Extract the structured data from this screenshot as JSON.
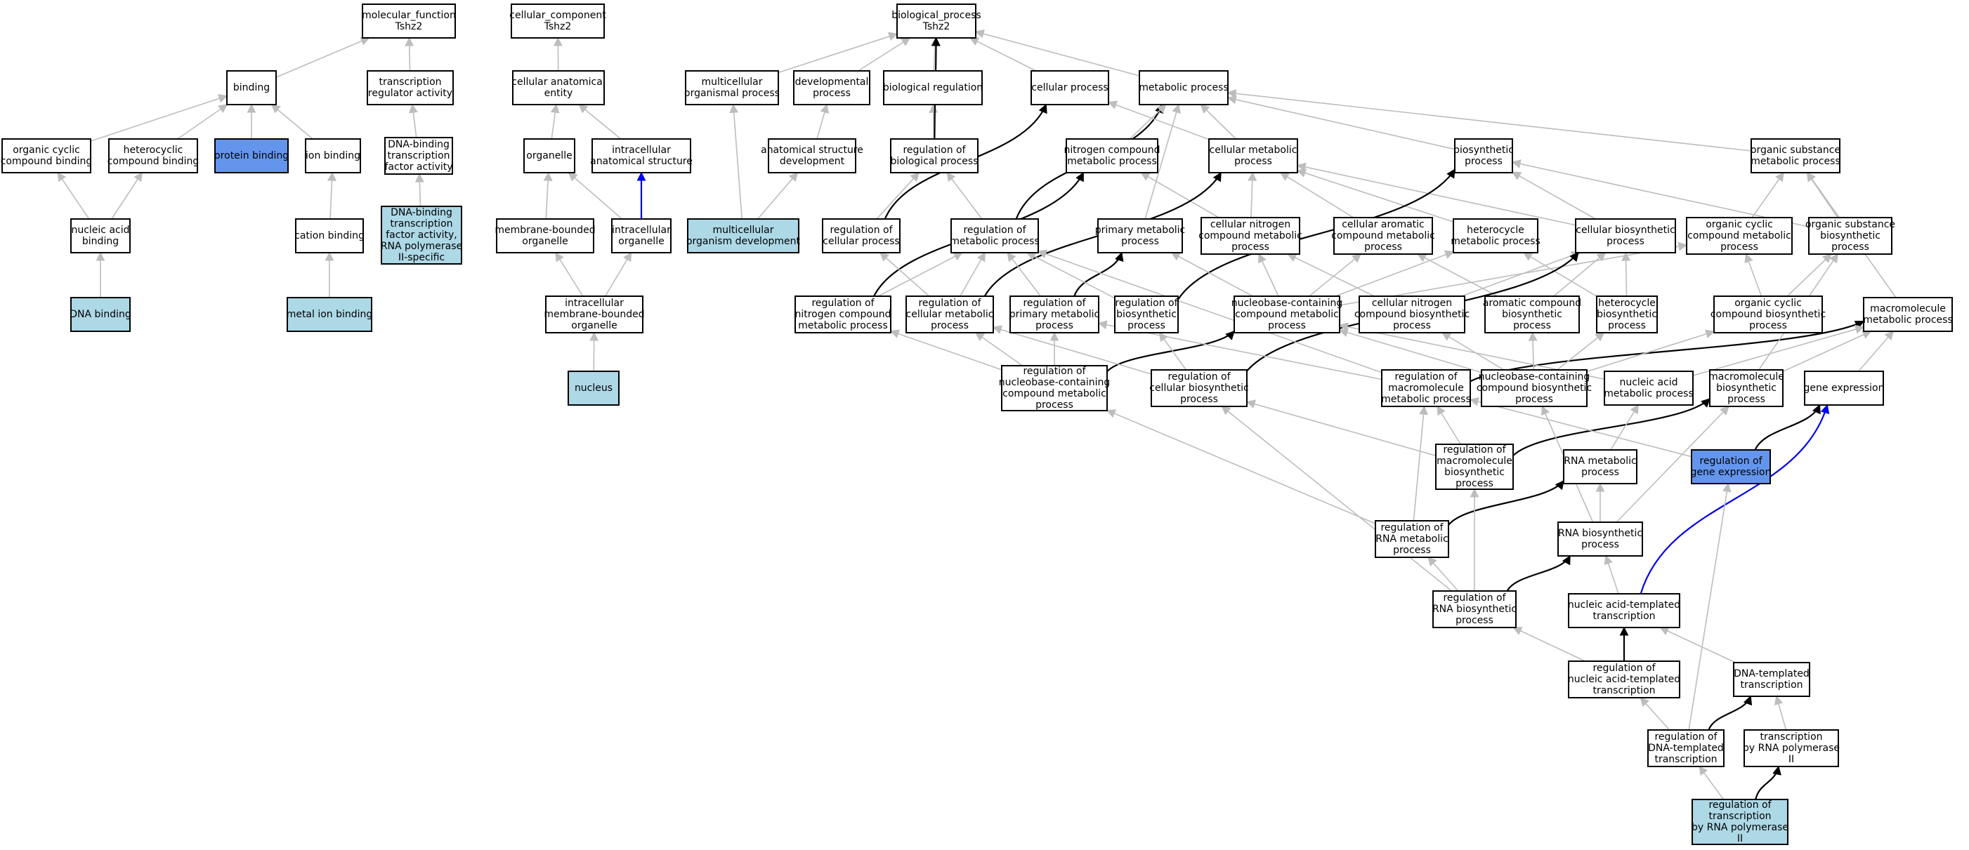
{
  "colors": {
    "default_fill": "#ffffff",
    "query_fill": "#add8e6",
    "highlight_fill": "#6495ed",
    "edge_is_a": "#bdbdbd",
    "edge_regulates": "#000000",
    "edge_part_of": "#0000ee"
  },
  "nodes": [
    {
      "id": "mf",
      "lines": [
        "molecular_function",
        "Tshz2"
      ],
      "style": "default"
    },
    {
      "id": "cc",
      "lines": [
        "cellular_component",
        "Tshz2"
      ],
      "style": "default"
    },
    {
      "id": "bp",
      "lines": [
        "biological_process",
        "Tshz2"
      ],
      "style": "default"
    },
    {
      "id": "binding",
      "lines": [
        "binding"
      ],
      "style": "default"
    },
    {
      "id": "tra",
      "lines": [
        "transcription",
        "regulator activity"
      ],
      "style": "default"
    },
    {
      "id": "cae",
      "lines": [
        "cellular anatomical",
        "entity"
      ],
      "style": "default"
    },
    {
      "id": "mop",
      "lines": [
        "multicellular",
        "organismal process"
      ],
      "style": "default"
    },
    {
      "id": "devp",
      "lines": [
        "developmental",
        "process"
      ],
      "style": "default"
    },
    {
      "id": "breg",
      "lines": [
        "biological regulation"
      ],
      "style": "default"
    },
    {
      "id": "cellp",
      "lines": [
        "cellular process"
      ],
      "style": "default"
    },
    {
      "id": "metp",
      "lines": [
        "metabolic process"
      ],
      "style": "default"
    },
    {
      "id": "occb",
      "lines": [
        "organic cyclic",
        "compound binding"
      ],
      "style": "default"
    },
    {
      "id": "hcb",
      "lines": [
        "heterocyclic",
        "compound binding"
      ],
      "style": "default"
    },
    {
      "id": "protb",
      "lines": [
        "protein binding"
      ],
      "style": "highlight"
    },
    {
      "id": "ionb",
      "lines": [
        "ion binding"
      ],
      "style": "default"
    },
    {
      "id": "dbtfa",
      "lines": [
        "DNA-binding",
        "transcription",
        "factor activity"
      ],
      "style": "default"
    },
    {
      "id": "organelle",
      "lines": [
        "organelle"
      ],
      "style": "default"
    },
    {
      "id": "ias",
      "lines": [
        "intracellular",
        "anatomical structure"
      ],
      "style": "default"
    },
    {
      "id": "asd",
      "lines": [
        "anatomical structure",
        "development"
      ],
      "style": "default"
    },
    {
      "id": "rbp",
      "lines": [
        "regulation of",
        "biological process"
      ],
      "style": "default"
    },
    {
      "id": "ncmp",
      "lines": [
        "nitrogen compound",
        "metabolic process"
      ],
      "style": "default"
    },
    {
      "id": "cmp",
      "lines": [
        "cellular metabolic",
        "process"
      ],
      "style": "default"
    },
    {
      "id": "biop",
      "lines": [
        "biosynthetic",
        "process"
      ],
      "style": "default"
    },
    {
      "id": "osmp",
      "lines": [
        "organic substance",
        "metabolic process"
      ],
      "style": "default"
    },
    {
      "id": "nab",
      "lines": [
        "nucleic acid",
        "binding"
      ],
      "style": "default"
    },
    {
      "id": "catb",
      "lines": [
        "cation binding"
      ],
      "style": "default"
    },
    {
      "id": "dbtfa2",
      "lines": [
        "DNA-binding",
        "transcription",
        "factor activity,",
        "RNA polymerase",
        "II-specific"
      ],
      "style": "query"
    },
    {
      "id": "mbo",
      "lines": [
        "membrane-bounded",
        "organelle"
      ],
      "style": "default"
    },
    {
      "id": "io",
      "lines": [
        "intracellular",
        "organelle"
      ],
      "style": "default"
    },
    {
      "id": "mod",
      "lines": [
        "multicellular",
        "organism development"
      ],
      "style": "query"
    },
    {
      "id": "rcp",
      "lines": [
        "regulation of",
        "cellular process"
      ],
      "style": "default"
    },
    {
      "id": "rmp",
      "lines": [
        "regulation of",
        "metabolic process"
      ],
      "style": "default"
    },
    {
      "id": "pmp",
      "lines": [
        "primary metabolic",
        "process"
      ],
      "style": "default"
    },
    {
      "id": "cncmp",
      "lines": [
        "cellular nitrogen",
        "compound metabolic",
        "process"
      ],
      "style": "default"
    },
    {
      "id": "cacmp",
      "lines": [
        "cellular aromatic",
        "compound metabolic",
        "process"
      ],
      "style": "default"
    },
    {
      "id": "hmp",
      "lines": [
        "heterocycle",
        "metabolic process"
      ],
      "style": "default"
    },
    {
      "id": "cbp",
      "lines": [
        "cellular biosynthetic",
        "process"
      ],
      "style": "default"
    },
    {
      "id": "occmp",
      "lines": [
        "organic cyclic",
        "compound metabolic",
        "process"
      ],
      "style": "default"
    },
    {
      "id": "osbp",
      "lines": [
        "organic substance",
        "biosynthetic",
        "process"
      ],
      "style": "default"
    },
    {
      "id": "dnab",
      "lines": [
        "DNA binding"
      ],
      "style": "query"
    },
    {
      "id": "mib",
      "lines": [
        "metal ion binding"
      ],
      "style": "query"
    },
    {
      "id": "imbo",
      "lines": [
        "intracellular",
        "membrane-bounded",
        "organelle"
      ],
      "style": "default"
    },
    {
      "id": "rncmp",
      "lines": [
        "regulation of",
        "nitrogen compound",
        "metabolic process"
      ],
      "style": "default"
    },
    {
      "id": "rcmp",
      "lines": [
        "regulation of",
        "cellular metabolic",
        "process"
      ],
      "style": "default"
    },
    {
      "id": "rpmp",
      "lines": [
        "regulation of",
        "primary metabolic",
        "process"
      ],
      "style": "default"
    },
    {
      "id": "rbiop",
      "lines": [
        "regulation of",
        "biosynthetic",
        "process"
      ],
      "style": "default"
    },
    {
      "id": "nccmp",
      "lines": [
        "nucleobase-containing",
        "compound metabolic",
        "process"
      ],
      "style": "default"
    },
    {
      "id": "cncbp",
      "lines": [
        "cellular nitrogen",
        "compound biosynthetic",
        "process"
      ],
      "style": "default"
    },
    {
      "id": "acbp",
      "lines": [
        "aromatic compound",
        "biosynthetic",
        "process"
      ],
      "style": "default"
    },
    {
      "id": "hbp",
      "lines": [
        "heterocycle",
        "biosynthetic",
        "process"
      ],
      "style": "default"
    },
    {
      "id": "occbp",
      "lines": [
        "organic cyclic",
        "compound biosynthetic",
        "process"
      ],
      "style": "default"
    },
    {
      "id": "mmp",
      "lines": [
        "macromolecule",
        "metabolic process"
      ],
      "style": "default"
    },
    {
      "id": "nucleus",
      "lines": [
        "nucleus"
      ],
      "style": "query"
    },
    {
      "id": "rnccmp",
      "lines": [
        "regulation of",
        "nucleobase-containing",
        "compound metabolic",
        "process"
      ],
      "style": "default"
    },
    {
      "id": "rcbp",
      "lines": [
        "regulation of",
        "cellular biosynthetic",
        "process"
      ],
      "style": "default"
    },
    {
      "id": "rmmp",
      "lines": [
        "regulation of",
        "macromolecule",
        "metabolic process"
      ],
      "style": "default"
    },
    {
      "id": "nccbp",
      "lines": [
        "nucleobase-containing",
        "compound biosynthetic",
        "process"
      ],
      "style": "default"
    },
    {
      "id": "namp",
      "lines": [
        "nucleic acid",
        "metabolic process"
      ],
      "style": "default"
    },
    {
      "id": "mbp",
      "lines": [
        "macromolecule",
        "biosynthetic",
        "process"
      ],
      "style": "default"
    },
    {
      "id": "ge",
      "lines": [
        "gene expression"
      ],
      "style": "default"
    },
    {
      "id": "rmbp",
      "lines": [
        "regulation of",
        "macromolecule",
        "biosynthetic",
        "process"
      ],
      "style": "default"
    },
    {
      "id": "rnamp",
      "lines": [
        "RNA metabolic",
        "process"
      ],
      "style": "default"
    },
    {
      "id": "rge",
      "lines": [
        "regulation of",
        "gene expression"
      ],
      "style": "highlight"
    },
    {
      "id": "rrnamp",
      "lines": [
        "regulation of",
        "RNA metabolic",
        "process"
      ],
      "style": "default"
    },
    {
      "id": "rnabp",
      "lines": [
        "RNA biosynthetic",
        "process"
      ],
      "style": "default"
    },
    {
      "id": "rrnabp",
      "lines": [
        "regulation of",
        "RNA biosynthetic",
        "process"
      ],
      "style": "default"
    },
    {
      "id": "natt",
      "lines": [
        "nucleic acid-templated",
        "transcription"
      ],
      "style": "default"
    },
    {
      "id": "rnatt",
      "lines": [
        "regulation of",
        "nucleic acid-templated",
        "transcription"
      ],
      "style": "default"
    },
    {
      "id": "dtt",
      "lines": [
        "DNA-templated",
        "transcription"
      ],
      "style": "default"
    },
    {
      "id": "rdtt",
      "lines": [
        "regulation of",
        "DNA-templated",
        "transcription"
      ],
      "style": "default"
    },
    {
      "id": "trp2",
      "lines": [
        "transcription",
        "by RNA polymerase",
        "II"
      ],
      "style": "default"
    },
    {
      "id": "rtrp2",
      "lines": [
        "regulation of",
        "transcription",
        "by RNA polymerase",
        "II"
      ],
      "style": "query"
    }
  ],
  "edges": [
    {
      "from": "binding",
      "to": "mf",
      "type": "is_a"
    },
    {
      "from": "tra",
      "to": "mf",
      "type": "is_a"
    },
    {
      "from": "occb",
      "to": "binding",
      "type": "is_a"
    },
    {
      "from": "hcb",
      "to": "binding",
      "type": "is_a"
    },
    {
      "from": "protb",
      "to": "binding",
      "type": "is_a"
    },
    {
      "from": "ionb",
      "to": "binding",
      "type": "is_a"
    },
    {
      "from": "dbtfa",
      "to": "tra",
      "type": "is_a"
    },
    {
      "from": "nab",
      "to": "occb",
      "type": "is_a"
    },
    {
      "from": "nab",
      "to": "hcb",
      "type": "is_a"
    },
    {
      "from": "catb",
      "to": "ionb",
      "type": "is_a"
    },
    {
      "from": "dbtfa2",
      "to": "dbtfa",
      "type": "is_a"
    },
    {
      "from": "dnab",
      "to": "nab",
      "type": "is_a"
    },
    {
      "from": "mib",
      "to": "catb",
      "type": "is_a"
    },
    {
      "from": "cae",
      "to": "cc",
      "type": "is_a"
    },
    {
      "from": "organelle",
      "to": "cae",
      "type": "is_a"
    },
    {
      "from": "ias",
      "to": "cae",
      "type": "is_a"
    },
    {
      "from": "mbo",
      "to": "organelle",
      "type": "is_a"
    },
    {
      "from": "io",
      "to": "organelle",
      "type": "is_a"
    },
    {
      "from": "io",
      "to": "ias",
      "type": "part_of"
    },
    {
      "from": "imbo",
      "to": "mbo",
      "type": "is_a"
    },
    {
      "from": "imbo",
      "to": "io",
      "type": "is_a"
    },
    {
      "from": "nucleus",
      "to": "imbo",
      "type": "is_a"
    },
    {
      "from": "mop",
      "to": "bp",
      "type": "is_a"
    },
    {
      "from": "devp",
      "to": "bp",
      "type": "is_a"
    },
    {
      "from": "breg",
      "to": "bp",
      "type": "is_a"
    },
    {
      "from": "cellp",
      "to": "bp",
      "type": "is_a"
    },
    {
      "from": "metp",
      "to": "bp",
      "type": "is_a"
    },
    {
      "from": "mod",
      "to": "mop",
      "type": "is_a"
    },
    {
      "from": "mod",
      "to": "asd",
      "type": "is_a"
    },
    {
      "from": "asd",
      "to": "devp",
      "type": "is_a"
    },
    {
      "from": "rbp",
      "to": "breg",
      "type": "is_a"
    },
    {
      "from": "rbp",
      "to": "bp",
      "type": "regulates"
    },
    {
      "from": "rcp",
      "to": "rbp",
      "type": "is_a"
    },
    {
      "from": "rcp",
      "to": "cellp",
      "type": "regulates"
    },
    {
      "from": "rmp",
      "to": "rbp",
      "type": "is_a"
    },
    {
      "from": "rmp",
      "to": "metp",
      "type": "regulates"
    },
    {
      "from": "ncmp",
      "to": "metp",
      "type": "is_a"
    },
    {
      "from": "cmp",
      "to": "metp",
      "type": "is_a"
    },
    {
      "from": "cmp",
      "to": "cellp",
      "type": "is_a"
    },
    {
      "from": "pmp",
      "to": "metp",
      "type": "is_a"
    },
    {
      "from": "osmp",
      "to": "metp",
      "type": "is_a"
    },
    {
      "from": "biop",
      "to": "metp",
      "type": "is_a"
    },
    {
      "from": "cncmp",
      "to": "ncmp",
      "type": "is_a"
    },
    {
      "from": "cncmp",
      "to": "cmp",
      "type": "is_a"
    },
    {
      "from": "cacmp",
      "to": "cmp",
      "type": "is_a"
    },
    {
      "from": "hmp",
      "to": "cmp",
      "type": "is_a"
    },
    {
      "from": "cbp",
      "to": "cmp",
      "type": "is_a"
    },
    {
      "from": "cbp",
      "to": "biop",
      "type": "is_a"
    },
    {
      "from": "osbp",
      "to": "biop",
      "type": "is_a"
    },
    {
      "from": "occmp",
      "to": "osmp",
      "type": "is_a"
    },
    {
      "from": "osbp",
      "to": "osmp",
      "type": "is_a"
    },
    {
      "from": "mmp",
      "to": "osmp",
      "type": "is_a"
    },
    {
      "from": "rncmp",
      "to": "rmp",
      "type": "is_a"
    },
    {
      "from": "rncmp",
      "to": "ncmp",
      "type": "regulates"
    },
    {
      "from": "rcmp",
      "to": "rmp",
      "type": "is_a"
    },
    {
      "from": "rcmp",
      "to": "rcp",
      "type": "is_a"
    },
    {
      "from": "rcmp",
      "to": "cmp",
      "type": "regulates"
    },
    {
      "from": "rpmp",
      "to": "rmp",
      "type": "is_a"
    },
    {
      "from": "rpmp",
      "to": "pmp",
      "type": "regulates"
    },
    {
      "from": "rbiop",
      "to": "rmp",
      "type": "is_a"
    },
    {
      "from": "rbiop",
      "to": "biop",
      "type": "regulates"
    },
    {
      "from": "nccmp",
      "to": "cncmp",
      "type": "is_a"
    },
    {
      "from": "nccmp",
      "to": "pmp",
      "type": "is_a"
    },
    {
      "from": "nccmp",
      "to": "cacmp",
      "type": "is_a"
    },
    {
      "from": "nccmp",
      "to": "hmp",
      "type": "is_a"
    },
    {
      "from": "nccmp",
      "to": "occmp",
      "type": "is_a"
    },
    {
      "from": "cncbp",
      "to": "cncmp",
      "type": "is_a"
    },
    {
      "from": "cncbp",
      "to": "cbp",
      "type": "is_a"
    },
    {
      "from": "acbp",
      "to": "cacmp",
      "type": "is_a"
    },
    {
      "from": "acbp",
      "to": "cbp",
      "type": "is_a"
    },
    {
      "from": "hbp",
      "to": "hmp",
      "type": "is_a"
    },
    {
      "from": "hbp",
      "to": "cbp",
      "type": "is_a"
    },
    {
      "from": "occbp",
      "to": "occmp",
      "type": "is_a"
    },
    {
      "from": "occbp",
      "to": "osbp",
      "type": "is_a"
    },
    {
      "from": "rnccmp",
      "to": "rncmp",
      "type": "is_a"
    },
    {
      "from": "rnccmp",
      "to": "rcmp",
      "type": "is_a"
    },
    {
      "from": "rnccmp",
      "to": "rpmp",
      "type": "is_a"
    },
    {
      "from": "rnccmp",
      "to": "nccmp",
      "type": "regulates"
    },
    {
      "from": "rcbp",
      "to": "rcmp",
      "type": "is_a"
    },
    {
      "from": "rcbp",
      "to": "rbiop",
      "type": "is_a"
    },
    {
      "from": "rcbp",
      "to": "cbp",
      "type": "regulates"
    },
    {
      "from": "rmmp",
      "to": "rpmp",
      "type": "is_a"
    },
    {
      "from": "rmmp",
      "to": "rmp",
      "type": "is_a"
    },
    {
      "from": "rmmp",
      "to": "mmp",
      "type": "regulates"
    },
    {
      "from": "nccbp",
      "to": "nccmp",
      "type": "is_a"
    },
    {
      "from": "nccbp",
      "to": "acbp",
      "type": "is_a"
    },
    {
      "from": "nccbp",
      "to": "hbp",
      "type": "is_a"
    },
    {
      "from": "nccbp",
      "to": "occbp",
      "type": "is_a"
    },
    {
      "from": "nccbp",
      "to": "cncbp",
      "type": "is_a"
    },
    {
      "from": "namp",
      "to": "nccmp",
      "type": "is_a"
    },
    {
      "from": "namp",
      "to": "mmp",
      "type": "is_a"
    },
    {
      "from": "mbp",
      "to": "mmp",
      "type": "is_a"
    },
    {
      "from": "mbp",
      "to": "osbp",
      "type": "is_a"
    },
    {
      "from": "ge",
      "to": "mmp",
      "type": "is_a"
    },
    {
      "from": "rmbp",
      "to": "rmmp",
      "type": "is_a"
    },
    {
      "from": "rmbp",
      "to": "rcbp",
      "type": "is_a"
    },
    {
      "from": "rmbp",
      "to": "mbp",
      "type": "regulates"
    },
    {
      "from": "rnamp",
      "to": "namp",
      "type": "is_a"
    },
    {
      "from": "rge",
      "to": "rmmp",
      "type": "is_a"
    },
    {
      "from": "rge",
      "to": "ge",
      "type": "regulates"
    },
    {
      "from": "rrnamp",
      "to": "rnccmp",
      "type": "is_a"
    },
    {
      "from": "rrnamp",
      "to": "rmmp",
      "type": "is_a"
    },
    {
      "from": "rrnamp",
      "to": "rnamp",
      "type": "regulates"
    },
    {
      "from": "rnabp",
      "to": "rnamp",
      "type": "is_a"
    },
    {
      "from": "rnabp",
      "to": "nccbp",
      "type": "is_a"
    },
    {
      "from": "rnabp",
      "to": "mbp",
      "type": "is_a"
    },
    {
      "from": "rrnabp",
      "to": "rrnamp",
      "type": "is_a"
    },
    {
      "from": "rrnabp",
      "to": "rmbp",
      "type": "is_a"
    },
    {
      "from": "rrnabp",
      "to": "rcbp",
      "type": "is_a"
    },
    {
      "from": "rrnabp",
      "to": "rnabp",
      "type": "regulates"
    },
    {
      "from": "natt",
      "to": "rnabp",
      "type": "is_a"
    },
    {
      "from": "natt",
      "to": "ge",
      "type": "part_of"
    },
    {
      "from": "rnatt",
      "to": "rrnabp",
      "type": "is_a"
    },
    {
      "from": "rnatt",
      "to": "natt",
      "type": "regulates"
    },
    {
      "from": "dtt",
      "to": "natt",
      "type": "is_a"
    },
    {
      "from": "rdtt",
      "to": "rnatt",
      "type": "is_a"
    },
    {
      "from": "rdtt",
      "to": "rge",
      "type": "is_a"
    },
    {
      "from": "rdtt",
      "to": "dtt",
      "type": "regulates"
    },
    {
      "from": "trp2",
      "to": "dtt",
      "type": "is_a"
    },
    {
      "from": "rtrp2",
      "to": "rdtt",
      "type": "is_a"
    },
    {
      "from": "rtrp2",
      "to": "trp2",
      "type": "regulates"
    }
  ]
}
